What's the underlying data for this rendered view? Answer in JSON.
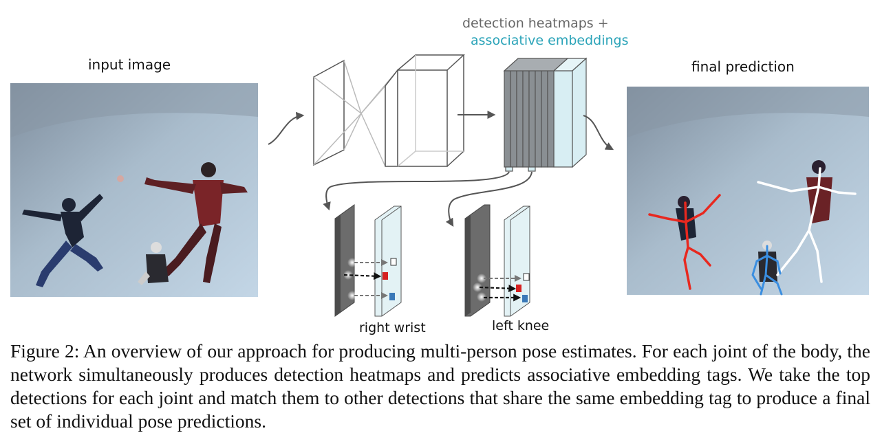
{
  "figure": {
    "labels": {
      "input_image": "input image",
      "final_prediction": "final prediction",
      "detection_heatmaps": "detection heatmaps +",
      "associative_embeddings": "associative embeddings",
      "right_wrist": "right wrist",
      "left_knee": "left knee"
    },
    "colors": {
      "sky_top": "#8d9aa8",
      "sky_bottom": "#b7cde0",
      "skeleton_red": "#e8281f",
      "skeleton_white": "#ffffff",
      "skeleton_blue": "#3a8ee0",
      "tag_red": "#d62020",
      "tag_blue": "#3a78b8",
      "embedding_fill": "#d8eef3",
      "heatmap_fill": "#777777"
    }
  },
  "caption": "Figure 2: An overview of our approach for producing multi-person pose estimates. For each joint of the body, the network simultaneously produces detection heatmaps and predicts associative embedding tags. We take the top detections for each joint and match them to other detections that share the same embedding tag to produce a final set of individual pose predictions."
}
